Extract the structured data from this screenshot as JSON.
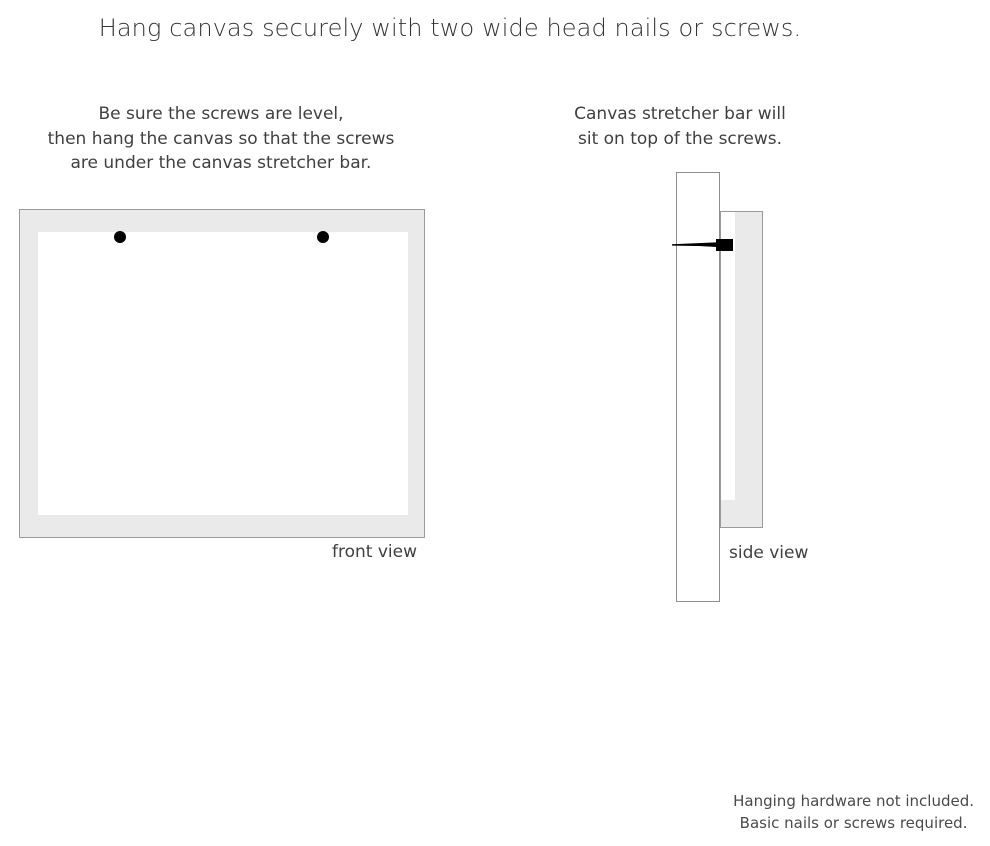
{
  "title": "Hang canvas securely with two wide head nails or screws.",
  "captions": {
    "left": [
      "Be sure the screws are level,",
      "then hang the canvas so that the screws",
      "are under the canvas stretcher bar."
    ],
    "right": [
      "Canvas stretcher bar will",
      "sit on top of the screws."
    ]
  },
  "labels": {
    "front_view": "front view",
    "side_view": "side view"
  },
  "diagram": {
    "front": {
      "frame_name": "canvas-frame",
      "canvas_name": "canvas-surface",
      "screw_count": 2
    },
    "side": {
      "wall_name": "wall",
      "stretcher_bar_name": "canvas-stretcher-bar",
      "screw_name": "wide-head-screw"
    }
  },
  "colors": {
    "frame_fill": "#eaeaea",
    "frame_border": "#9a9a9a",
    "canvas_fill": "#ffffff",
    "screw": "#000000",
    "text": "#3a3a3a"
  },
  "footer": [
    "Hanging hardware not included.",
    "Basic nails or screws required."
  ]
}
